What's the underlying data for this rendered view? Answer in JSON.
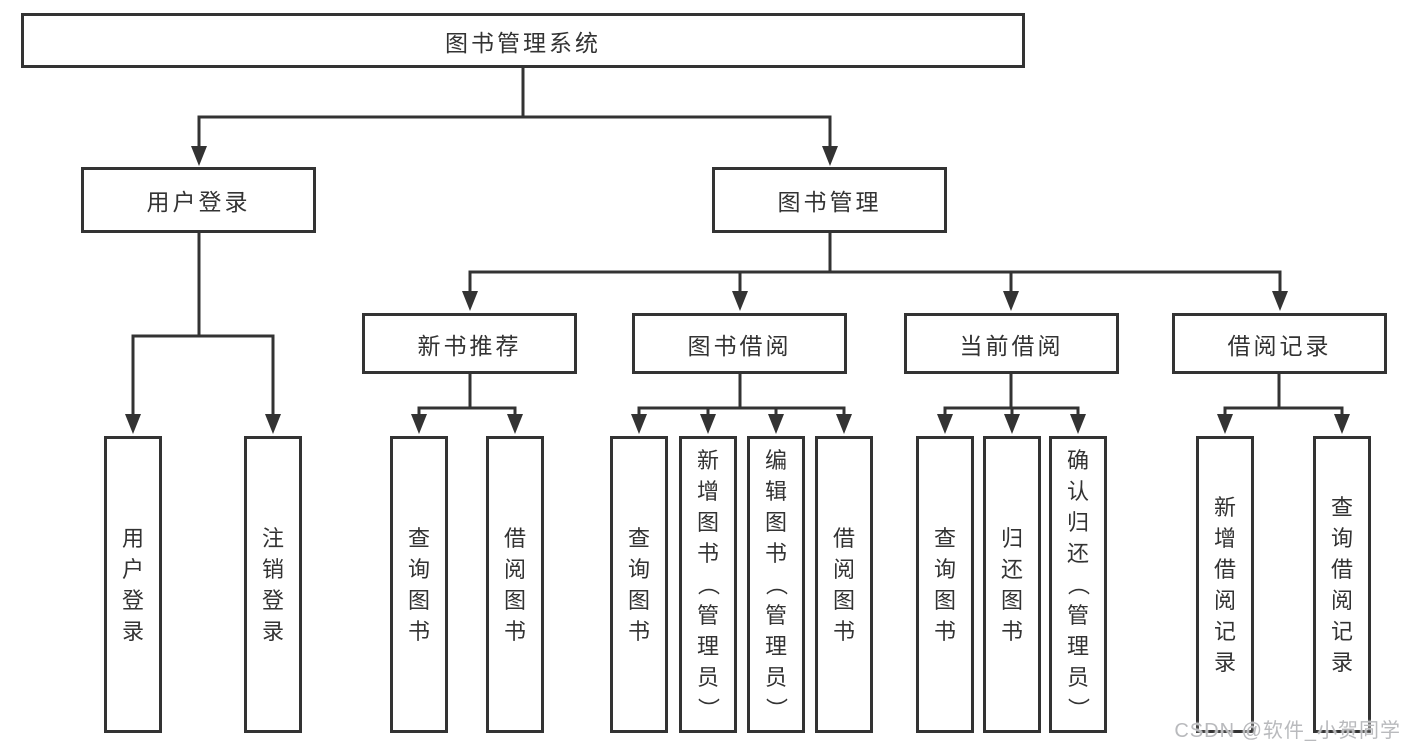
{
  "diagram": {
    "tree": {
      "label": "图书管理系统",
      "children": [
        {
          "label": "用户登录",
          "children": [
            {
              "label": "用户登录"
            },
            {
              "label": "注销登录"
            }
          ]
        },
        {
          "label": "图书管理",
          "children": [
            {
              "label": "新书推荐",
              "children": [
                {
                  "label": "查询图书"
                },
                {
                  "label": "借阅图书"
                }
              ]
            },
            {
              "label": "图书借阅",
              "children": [
                {
                  "label": "查询图书"
                },
                {
                  "label": "新增图书（管理员）"
                },
                {
                  "label": "编辑图书（管理员）"
                },
                {
                  "label": "借阅图书"
                }
              ]
            },
            {
              "label": "当前借阅",
              "children": [
                {
                  "label": "查询图书"
                },
                {
                  "label": "归还图书"
                },
                {
                  "label": "确认归还（管理员）"
                }
              ]
            },
            {
              "label": "借阅记录",
              "children": [
                {
                  "label": "新增借阅记录"
                },
                {
                  "label": "查询借阅记录"
                }
              ]
            }
          ]
        }
      ]
    },
    "watermark": "CSDN @软件_小贺同学",
    "colors": {
      "line": "#333333",
      "text": "#333333",
      "box_background": "#ffffff",
      "watermark": "#b9babd",
      "background": "#ffffff"
    }
  }
}
